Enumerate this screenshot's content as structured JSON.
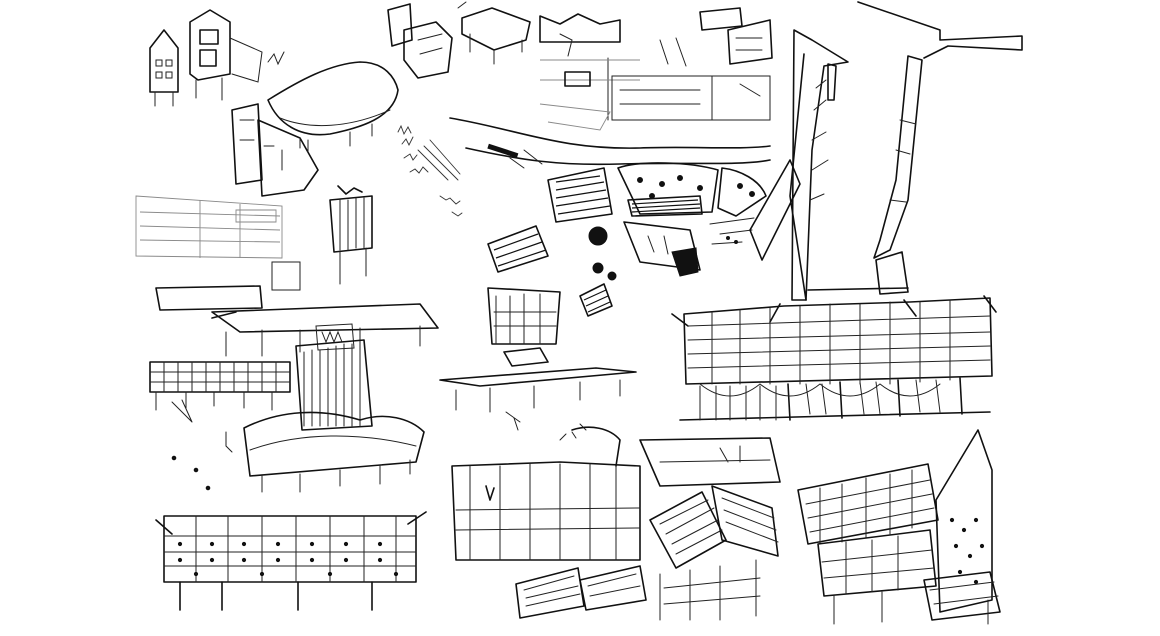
{
  "sheet": {
    "background": "#ffffff",
    "ink_color": "#111111",
    "faint_color": "#8a8a8a"
  },
  "sketches": [
    {
      "name": "small-gabled-houses"
    },
    {
      "name": "cube-houses-top"
    },
    {
      "name": "section-elevation-drawings"
    },
    {
      "name": "curved-roof-pavilion"
    },
    {
      "name": "handwritten-notes-scribble"
    },
    {
      "name": "site-plan"
    },
    {
      "name": "left-elevation-faint"
    },
    {
      "name": "hatched-tower-box"
    },
    {
      "name": "tall-towers-tree-like"
    },
    {
      "name": "long-slab-building"
    },
    {
      "name": "grid-facade-building"
    },
    {
      "name": "curved-vault-box"
    },
    {
      "name": "mid-frame-sketch"
    },
    {
      "name": "flat-roof-canopy"
    },
    {
      "name": "large-grid-facade-building"
    },
    {
      "name": "facade-with-dots"
    },
    {
      "name": "stacked-slab-building"
    },
    {
      "name": "angled-roof-buildings"
    },
    {
      "name": "tilted-panel-building"
    }
  ]
}
